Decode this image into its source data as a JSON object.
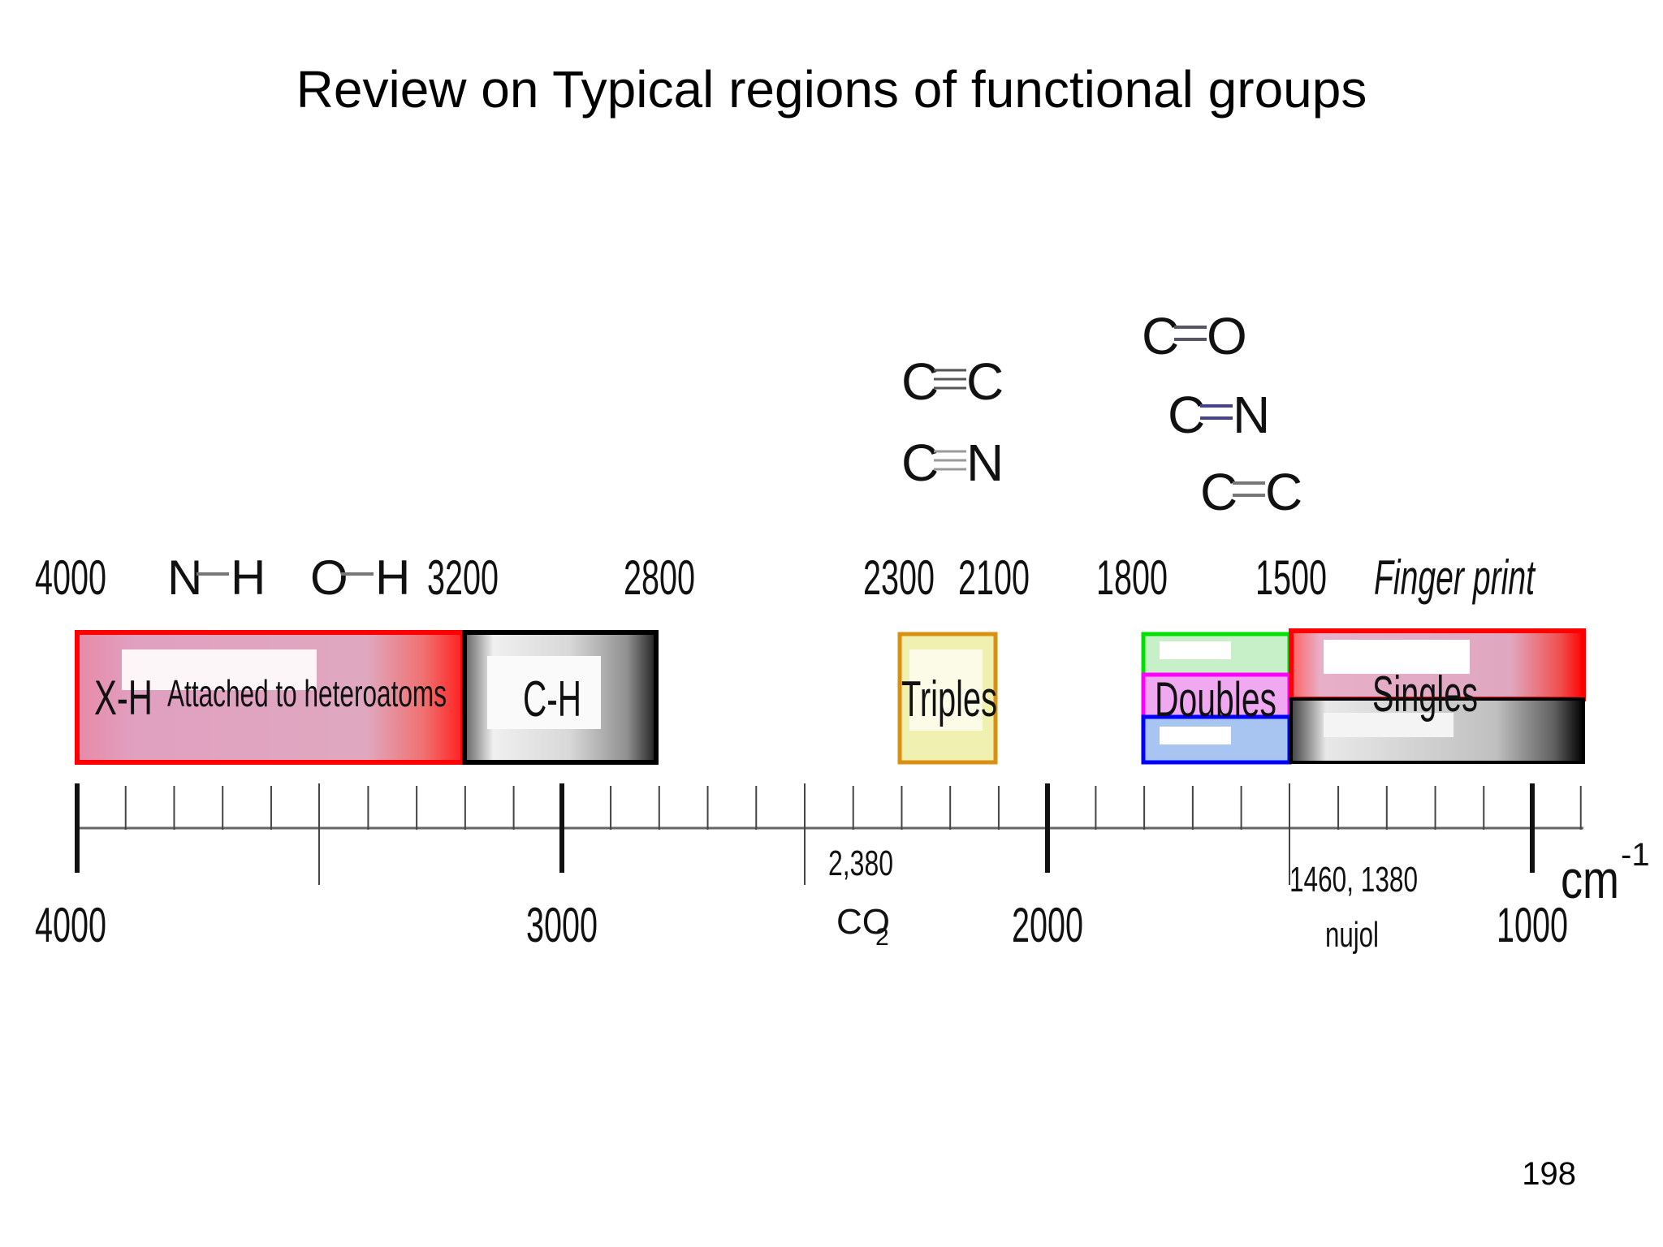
{
  "title": "Review on Typical regions of functional groups",
  "page_number": "198",
  "top_labels": {
    "n4000": "4000",
    "nh_n": "N",
    "nh_h": "H",
    "oh_o": "O",
    "oh_h": "H",
    "n3200": "3200",
    "n2800": "2800",
    "n2300": "2300",
    "n2100": "2100",
    "n1800": "1800",
    "n1500": "1500",
    "fingerprint": "Finger print"
  },
  "triple_bonds": [
    {
      "left": "C",
      "right": "C",
      "bond_color": "#555555"
    },
    {
      "left": "C",
      "right": "N",
      "bond_color": "#9a9a9a"
    }
  ],
  "double_bonds": [
    {
      "left": "C",
      "right": "O",
      "bond_color": "#555566"
    },
    {
      "left": "C",
      "right": "N",
      "bond_color": "#444488"
    },
    {
      "left": "C",
      "right": "C",
      "bond_color": "#777777"
    }
  ],
  "regions": {
    "xh": {
      "label": "X-H",
      "sublabel": "Attached to heteroatoms",
      "color": "#ff0000",
      "fill": "#e0a0c0"
    },
    "ch": {
      "label": "C-H",
      "color": "#000000",
      "fill": "#c8c8c8"
    },
    "triples": {
      "label": "Triples",
      "color": "#d89010",
      "fill": "#f0f0b0"
    },
    "doubles": {
      "label": "Doubles",
      "colors": [
        "#00e000",
        "#ff00ff",
        "#0000ff"
      ],
      "fills": [
        "#c0f0c0",
        "#f0a0f0",
        "#a0c0f0"
      ]
    },
    "singles": {
      "label": "Singles",
      "colors": [
        "#ff0000",
        "#000000"
      ],
      "fills": [
        "#e0a0c0",
        "#c0c0c0"
      ]
    }
  },
  "axis": {
    "unit": "cm",
    "unit_exp": "-1",
    "major_labels": {
      "v4000": "4000",
      "v3000": "3000",
      "v2000": "2000",
      "v1000": "1000"
    },
    "co2_value": "2,380",
    "co2_base": "CO",
    "co2_sub": "2",
    "nujol_values": "1460, 1380",
    "nujol_label": "nujol"
  }
}
